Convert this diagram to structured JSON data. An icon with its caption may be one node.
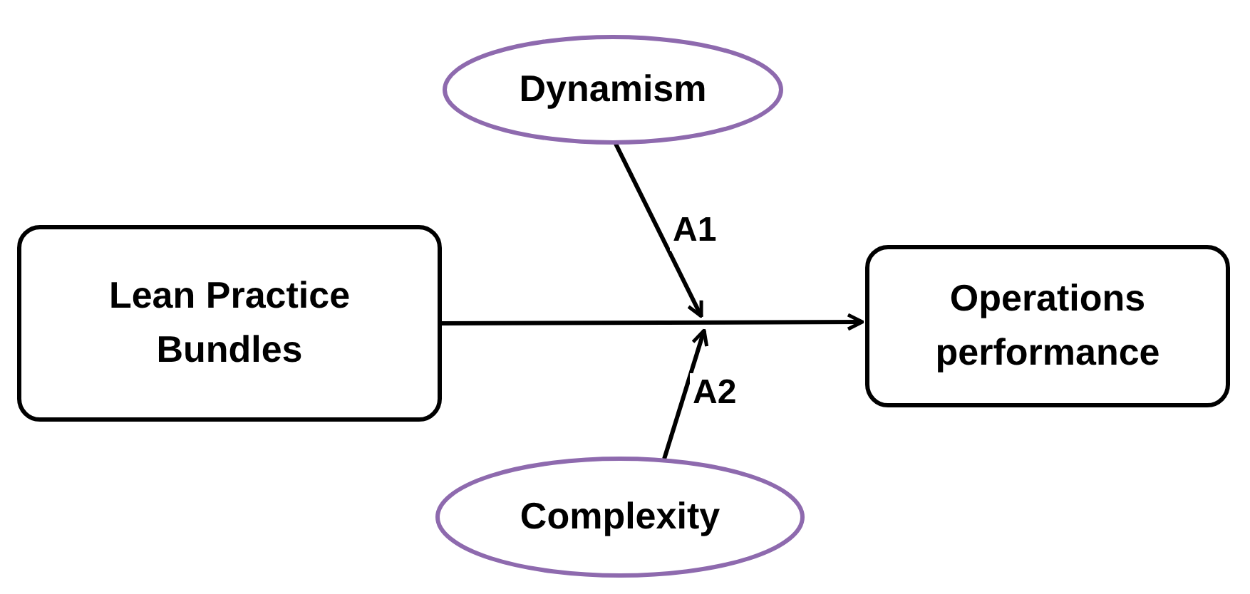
{
  "diagram": {
    "nodes": [
      {
        "text": [
          "Dynamism"
        ]
      },
      {
        "text": [
          "Lean Practice Bundles"
        ]
      },
      {
        "text": [
          "Operations performance"
        ]
      },
      {
        "text": [
          "Complexity"
        ]
      }
    ],
    "edges": [
      {
        "from": 1,
        "to": 2,
        "arrow": "to"
      },
      {
        "from": 0,
        "to": null,
        "arrow": "to",
        "label": "A1"
      },
      {
        "from": 3,
        "to": null,
        "arrow": "to",
        "label": "A2"
      }
    ]
  }
}
